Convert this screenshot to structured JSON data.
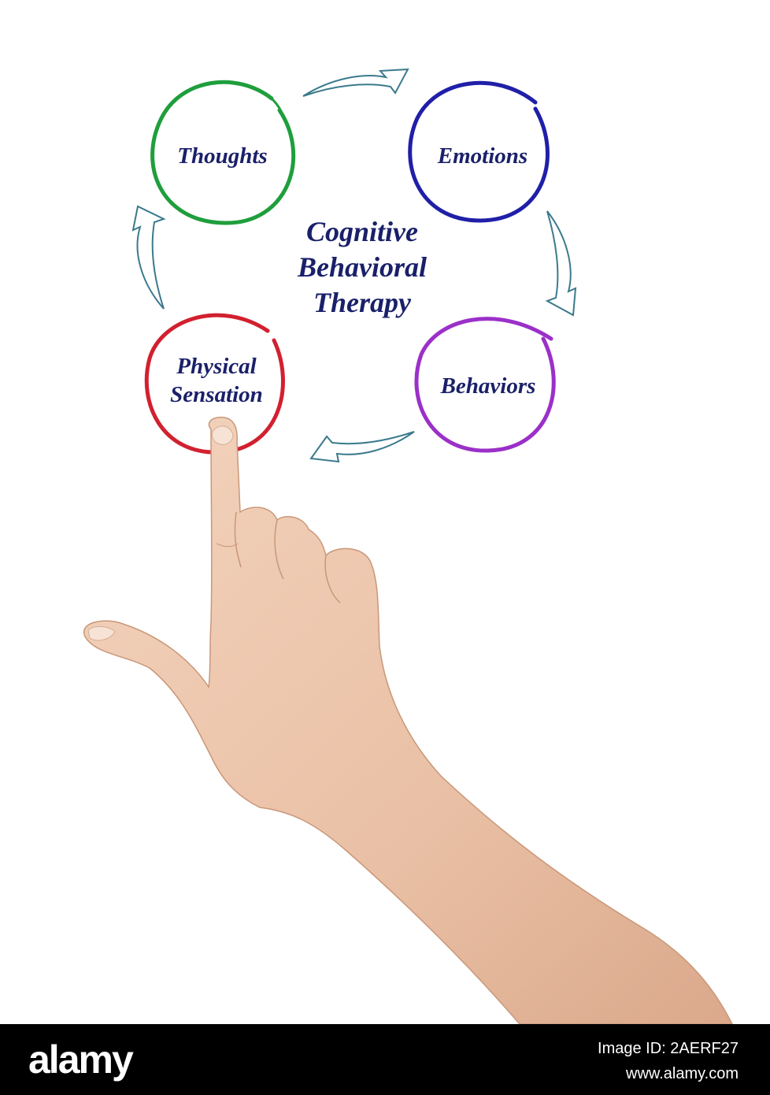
{
  "diagram": {
    "title_lines": [
      "Cognitive",
      "Behavioral",
      "Therapy"
    ],
    "nodes": [
      {
        "id": "thoughts",
        "label_lines": [
          "Thoughts"
        ],
        "color": "#1f9e3c"
      },
      {
        "id": "emotions",
        "label_lines": [
          "Emotions"
        ],
        "color": "#1f1fa8"
      },
      {
        "id": "behaviors",
        "label_lines": [
          "Behaviors"
        ],
        "color": "#9b30c8"
      },
      {
        "id": "physical-sensation",
        "label_lines": [
          "Physical",
          "Sensation"
        ],
        "color": "#d2202f"
      }
    ],
    "cycle": [
      "Thoughts",
      "Emotions",
      "Behaviors",
      "Physical Sensation"
    ],
    "text_color": "#1a2069",
    "arrow_color": "#3b7a8c"
  },
  "photo": {
    "subject": "hand-pointing-finger"
  },
  "footer": {
    "logo": "alamy",
    "image_id": "Image ID: 2AERF27",
    "site": "www.alamy.com"
  }
}
